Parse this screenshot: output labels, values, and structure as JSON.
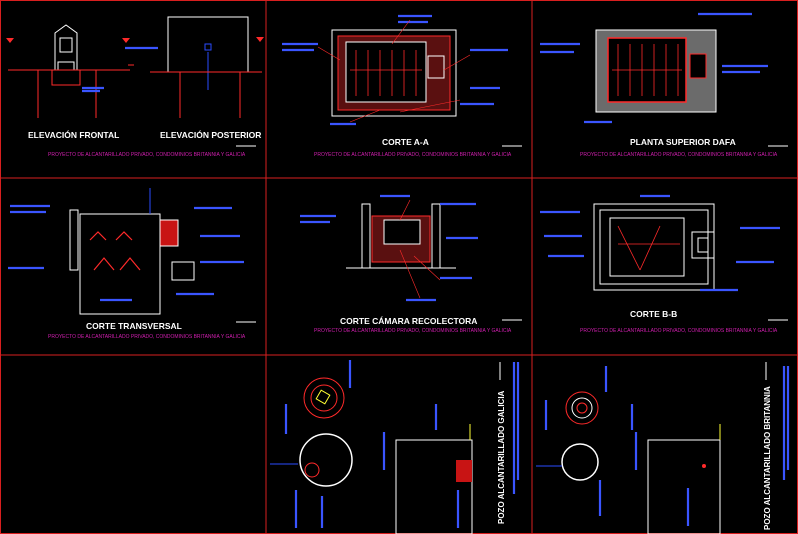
{
  "drawing": {
    "border_color": "#d81f1f",
    "label_color": "#3a55ff",
    "title_color": "#ffffff",
    "subtitle_color": "#d21fb0",
    "background": "#000000"
  },
  "panels": {
    "elevacion_frontal": {
      "title": "ELEVACIÓN FRONTAL"
    },
    "elevacion_posterior": {
      "title": "ELEVACIÓN POSTERIOR"
    },
    "corte_aa": {
      "title": "CORTE A-A"
    },
    "planta_superior": {
      "title": "PLANTA SUPERIOR DAFA"
    },
    "corte_transversal": {
      "title": "CORTE TRANSVERSAL"
    },
    "corte_camara": {
      "title": "CORTE CÁMARA RECOLECTORA"
    },
    "corte_bb": {
      "title": "CORTE B-B"
    },
    "pozo_galicia": {
      "title": "POZO ALCANTARILLADO GALICIA"
    },
    "pozo_britannia": {
      "title": "POZO ALCANTARILLADO BRITANNIA"
    }
  },
  "project_subtitle": "PROYECTO DE ALCANTARILLADO PRIVADO, CONDOMINIOS BRITANNIA Y GALICIA"
}
